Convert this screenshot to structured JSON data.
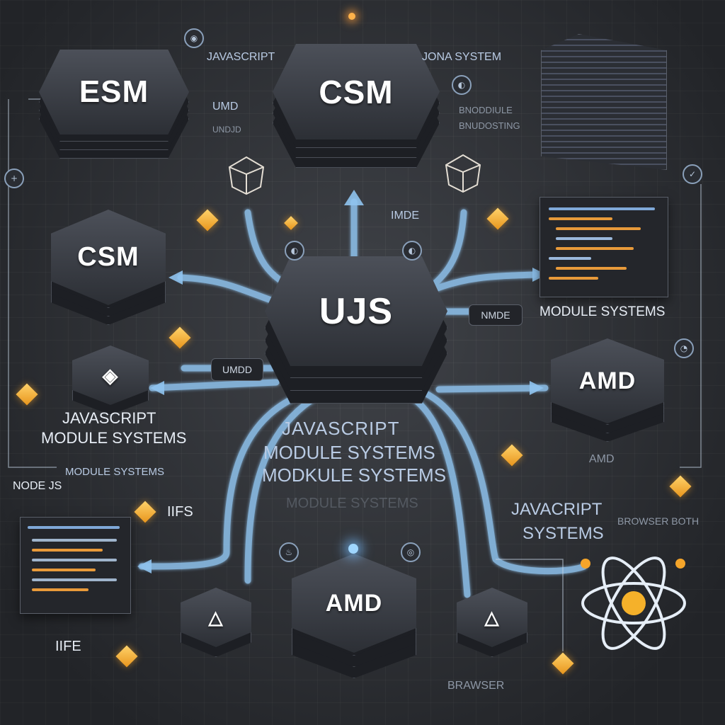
{
  "nodes": {
    "esm": "ESM",
    "csm_top": "CSM",
    "csm_left": "CSM",
    "ujs": "UJS",
    "amd_right": "AMD",
    "amd_bottom": "AMD"
  },
  "labels": {
    "javascript_top": "JAVASCRIPT",
    "jona_system": "JONA SYSTEM",
    "umd_top": "UMD",
    "umd_sub": "UNDJD",
    "module_bundling_1": "BNODDIULE",
    "module_bundling_2": "BNUDOSTING",
    "imde": "IMDE",
    "nmde_pill": "NMDE",
    "umd_pill": "UMDD",
    "module_systems_right": "MODULE SYSTEMS",
    "js_module_left_1": "JAVASCRIPT",
    "js_module_left_2": "MODULE SYSTEMS",
    "center_1": "JAVASCRIPT",
    "center_2": "MODULE SYSTEMS",
    "center_3": "MODKULE SYSTEMS",
    "center_ghost": "MODULE SYSTEMS",
    "module_systems_small": "MODULE SYSTEMS",
    "nodejs": "NODE JS",
    "iifs": "IIFS",
    "iife": "IIFE",
    "amd_right_label": "AMD",
    "javacript_right_1": "JAVACRIPT",
    "javacript_right_2": "SYSTEMS",
    "browser_both": "BROWSER BOTH",
    "browser": "BRAWSER"
  },
  "colors": {
    "background": "#34373d",
    "connector": "#8fc3ee",
    "accent_orange": "#f0a22a",
    "node_face": "#3d4048"
  },
  "icons": {
    "react": "react-atom-icon",
    "shield": "shield-icon",
    "geometric": "icosahedron-icon"
  }
}
